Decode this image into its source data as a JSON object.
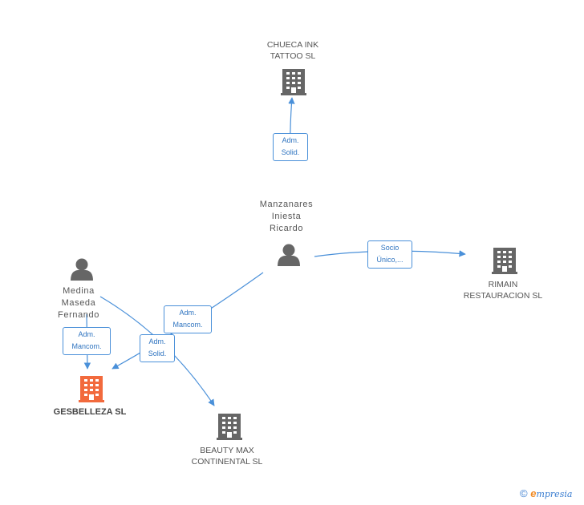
{
  "nodes": {
    "chueca": {
      "line1": "CHUECA INK",
      "line2": "TATTOO SL"
    },
    "manzanares": {
      "line1": "Manzanares",
      "line2": "Iniesta",
      "line3": "Ricardo"
    },
    "medina": {
      "line1": "Medina",
      "line2": "Maseda",
      "line3": "Fernando"
    },
    "gesbelleza": {
      "line1": "GESBELLEZA SL"
    },
    "beauty": {
      "line1": "BEAUTY MAX",
      "line2": "CONTINENTAL SL"
    },
    "rimain": {
      "line1": "RIMAIN",
      "line2": "RESTAURACION SL"
    }
  },
  "edges": {
    "adm_solid_chueca": {
      "line1": "Adm.",
      "line2": "Solid."
    },
    "socio_unico": {
      "line1": "Socio",
      "line2": "Único,..."
    },
    "adm_mancom_manz": {
      "line1": "Adm.",
      "line2": "Mancom."
    },
    "adm_mancom_medina": {
      "line1": "Adm.",
      "line2": "Mancom."
    },
    "adm_solid_beauty": {
      "line1": "Adm.",
      "line2": "Solid."
    }
  },
  "colors": {
    "company": "#666666",
    "focus_company": "#f26a3d",
    "person": "#666666",
    "edge": "#4a90d9"
  },
  "watermark": {
    "copyright": "©",
    "brand_initial": "e",
    "brand_rest": "mpresia"
  }
}
